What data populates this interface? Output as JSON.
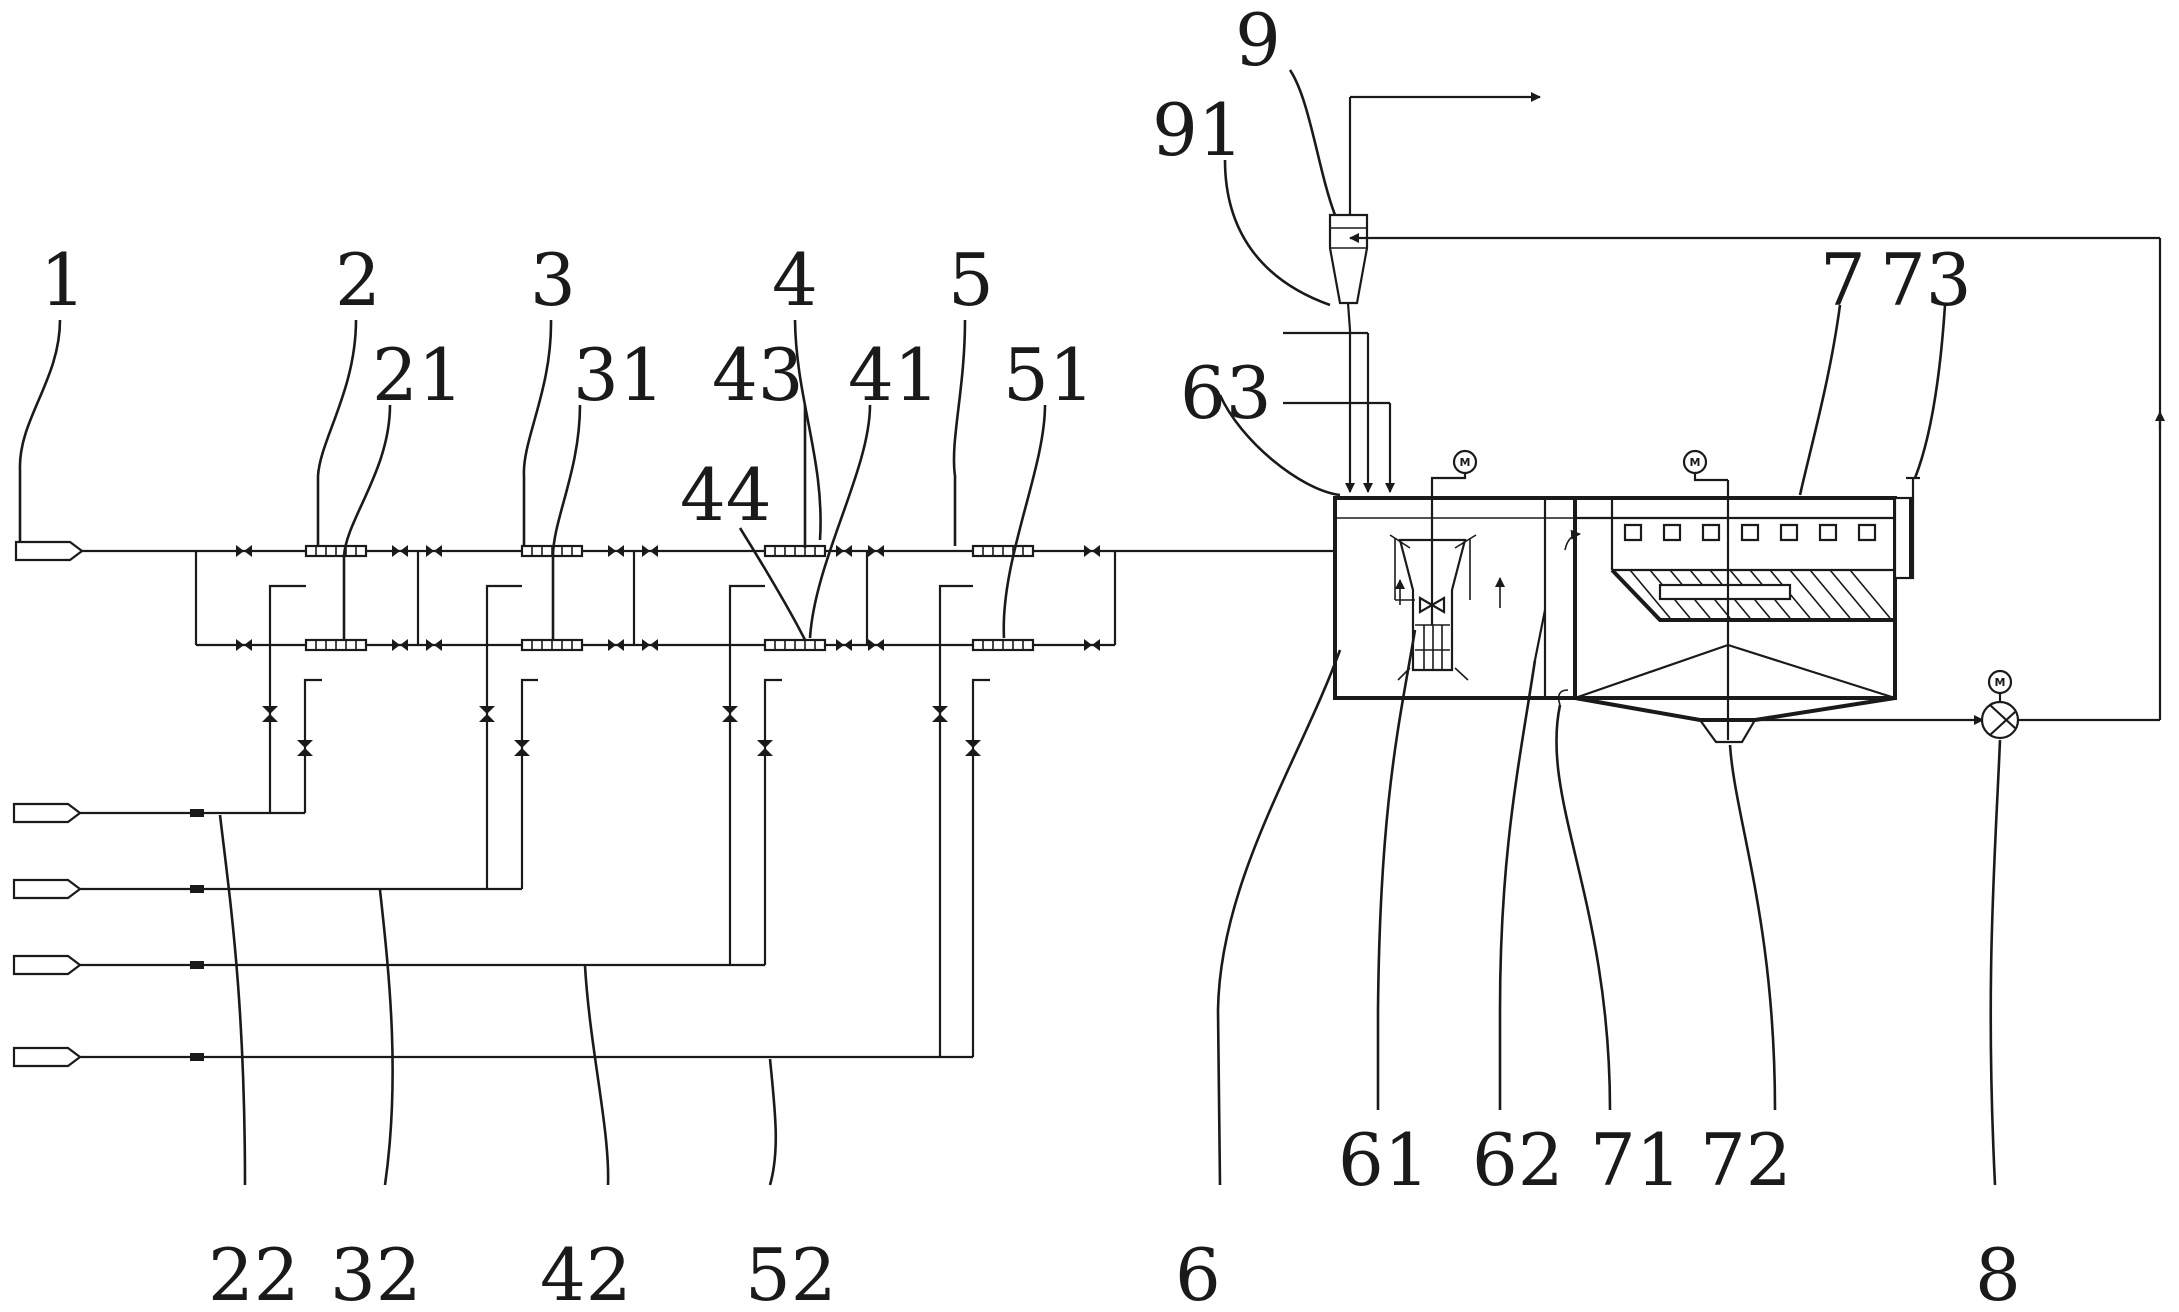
{
  "labels": {
    "l1": "1",
    "l2": "2",
    "l21": "21",
    "l22": "22",
    "l3": "3",
    "l31": "31",
    "l32": "32",
    "l4": "4",
    "l41": "41",
    "l42": "42",
    "l43": "43",
    "l44": "44",
    "l5": "5",
    "l51": "51",
    "l52": "52",
    "l6": "6",
    "l61": "61",
    "l62": "62",
    "l63": "63",
    "l7": "7",
    "l71": "71",
    "l72": "72",
    "l73": "73",
    "l8": "8",
    "l9": "9",
    "l91": "91"
  },
  "motor_mark": "M"
}
